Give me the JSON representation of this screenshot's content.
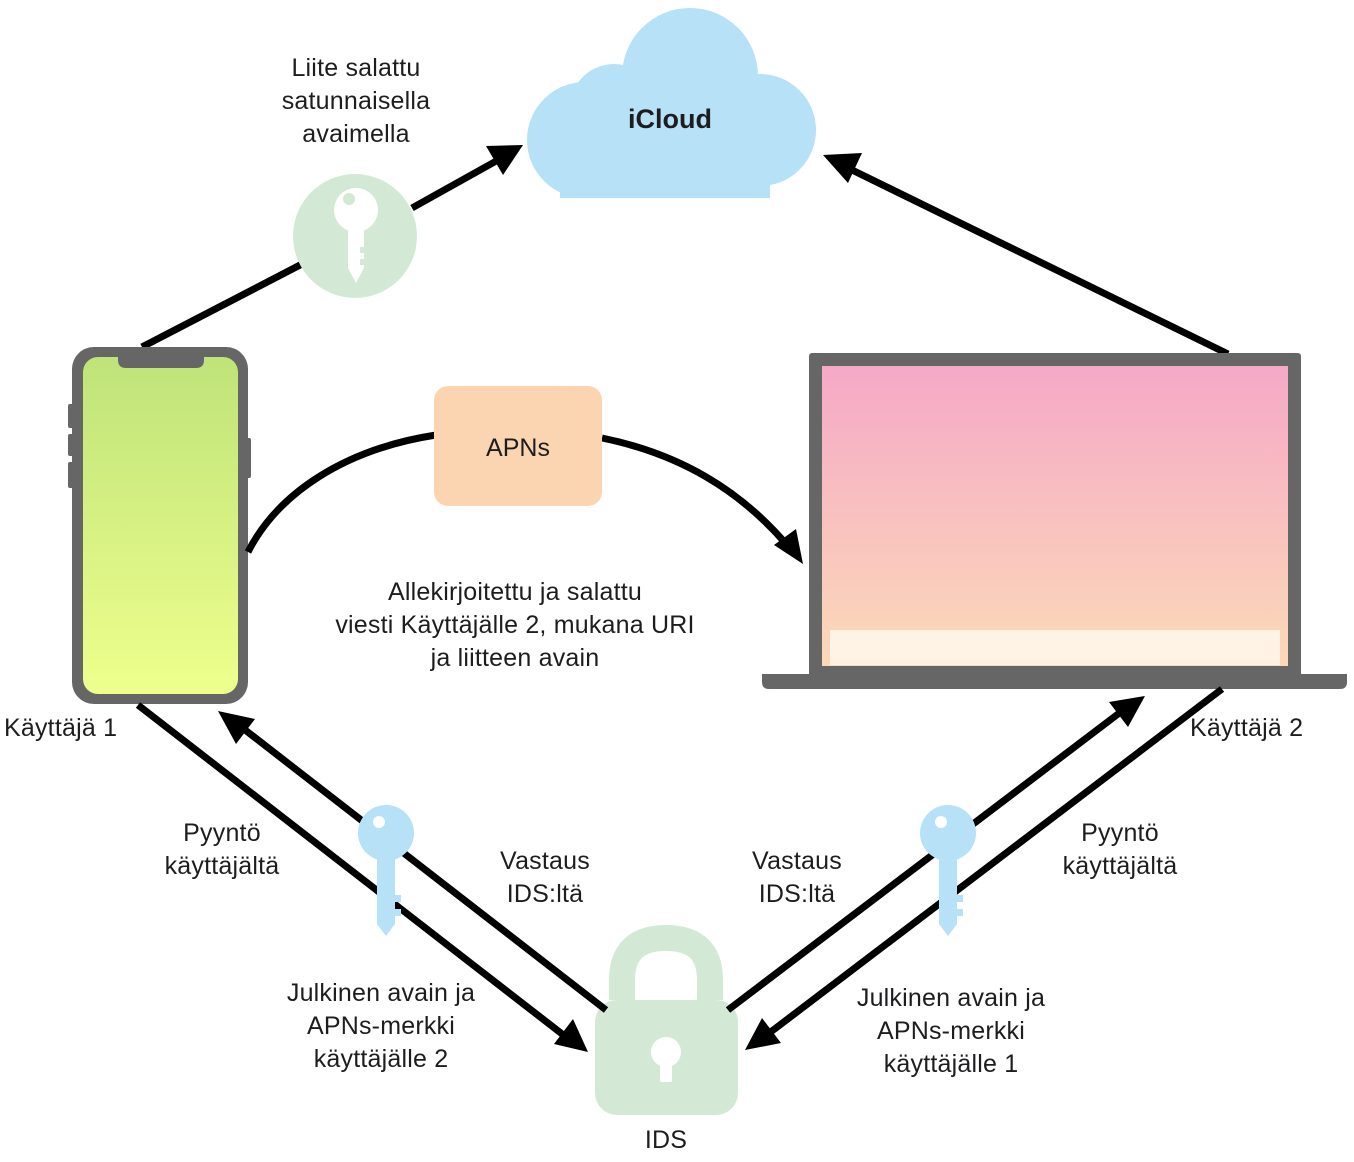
{
  "diagram": {
    "icloud_label": "iCloud",
    "apns_label": "APNs",
    "ids_label": "IDS",
    "user1_label": "Käyttäjä 1",
    "user2_label": "Käyttäjä 2",
    "attachment_note": "Liite salattu\nsatunnaisella\navaimella",
    "message_note": "Allekirjoitettu ja salattu\nviesti Käyttäjälle 2, mukana URI\nja liitteen avain",
    "request_left": "Pyyntö\nkäyttäjältä",
    "response_left": "Vastaus\nIDS:ltä",
    "response_right": "Vastaus\nIDS:ltä",
    "request_right": "Pyyntö\nkäyttäjältä",
    "pubkey_user2": "Julkinen avain ja\nAPNs-merkki\nkäyttäjälle 2",
    "pubkey_user1": "Julkinen avain ja\nAPNs-merkki\nkäyttäjälle 1"
  },
  "colors": {
    "cloud": "#b6e1f7",
    "apns_box": "#fbd5b2",
    "key_green_circle": "#d3e9d5",
    "key_blue": "#b6e1f7",
    "lock_green": "#d3e9d5",
    "device_frame": "#666666",
    "arrow": "#000000",
    "phone_gradient_top": "#bfe37a",
    "phone_gradient_bottom": "#eeff8c",
    "laptop_gradient_top": "#f5a9c7",
    "laptop_gradient_bottom": "#fcd9b8"
  }
}
